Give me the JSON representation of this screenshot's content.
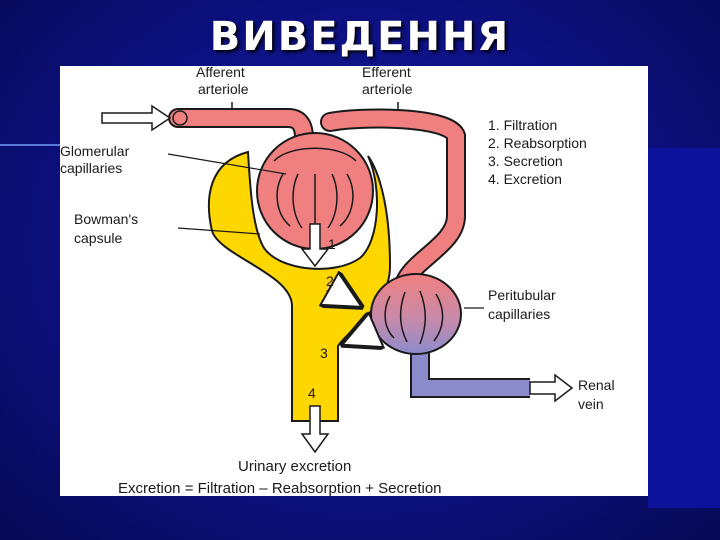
{
  "slide": {
    "title": "ВИВЕДЕННЯ"
  },
  "diagram": {
    "labels": {
      "afferent_1": "Afferent",
      "afferent_2": "arteriole",
      "efferent_1": "Efferent",
      "efferent_2": "arteriole",
      "glomerular_1": "Glomerular",
      "glomerular_2": "capillaries",
      "bowman_1": "Bowman's",
      "bowman_2": "capsule",
      "peritubular_1": "Peritubular",
      "peritubular_2": "capillaries",
      "renal_1": "Renal",
      "renal_2": "vein",
      "urinary": "Urinary excretion",
      "equation": "Excretion = Filtration – Reabsorption + Secretion"
    },
    "legend": [
      "1. Filtration",
      "2. Reabsorption",
      "3. Secretion",
      "4. Excretion"
    ],
    "step_numbers": [
      "1",
      "2",
      "3",
      "4"
    ],
    "colors": {
      "arterial": "#f08080",
      "venous": "#8c8ccc",
      "tubule": "#ffd700",
      "outline": "#1a1a1a"
    }
  }
}
